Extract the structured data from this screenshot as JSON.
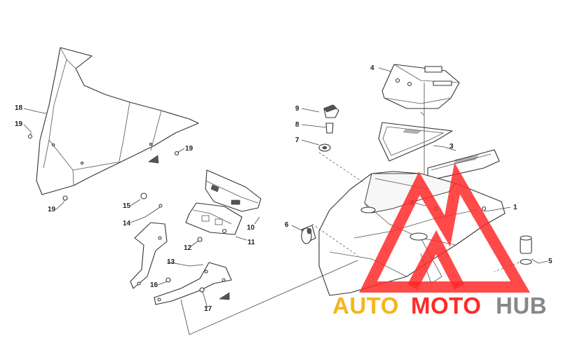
{
  "diagram": {
    "callouts": [
      "1",
      "2",
      "3",
      "4",
      "5",
      "6",
      "7",
      "8",
      "9",
      "10",
      "11",
      "12",
      "13",
      "14",
      "15",
      "16",
      "17",
      "18",
      "19"
    ]
  },
  "watermark": {
    "text_part1": "AUTO",
    "text_part2": "MOTO",
    "text_part3": "HUB",
    "colors": {
      "part1": "#f5b51b",
      "part2": "#ff2a2a",
      "part3": "#888888",
      "triangle": "#ff2a2a"
    }
  }
}
